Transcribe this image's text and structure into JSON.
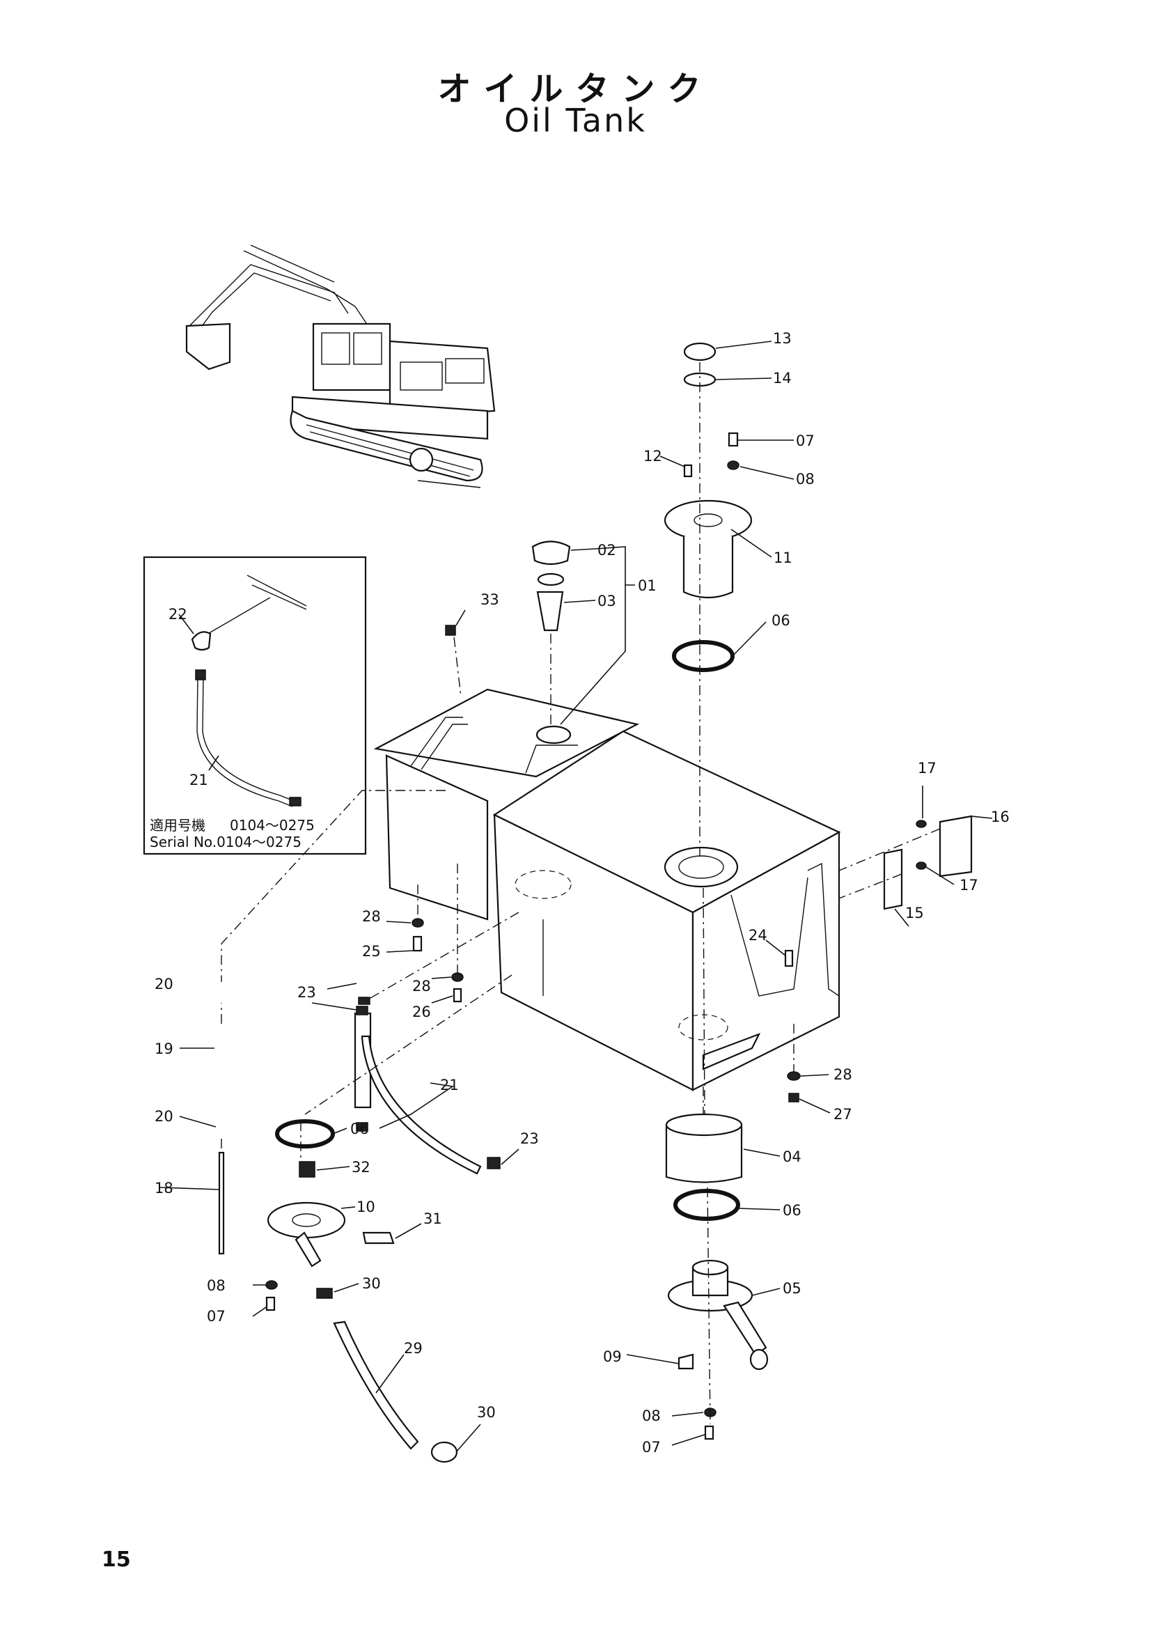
{
  "title_jp": "オイルタンク",
  "title_en": "Oil  Tank",
  "page_number": "15",
  "inset": {
    "serial_label_jp": "適用号機",
    "serial_range_jp": "0104～0275",
    "serial_label_en": "Serial No.0104～0275",
    "labels": [
      "22",
      "21"
    ]
  },
  "callouts": [
    "01",
    "02",
    "03",
    "04",
    "05",
    "06",
    "07",
    "08",
    "09",
    "10",
    "11",
    "12",
    "13",
    "14",
    "15",
    "16",
    "17",
    "18",
    "19",
    "20",
    "21",
    "22",
    "23",
    "24",
    "25",
    "26",
    "27",
    "28",
    "29",
    "30",
    "31",
    "32",
    "33"
  ]
}
